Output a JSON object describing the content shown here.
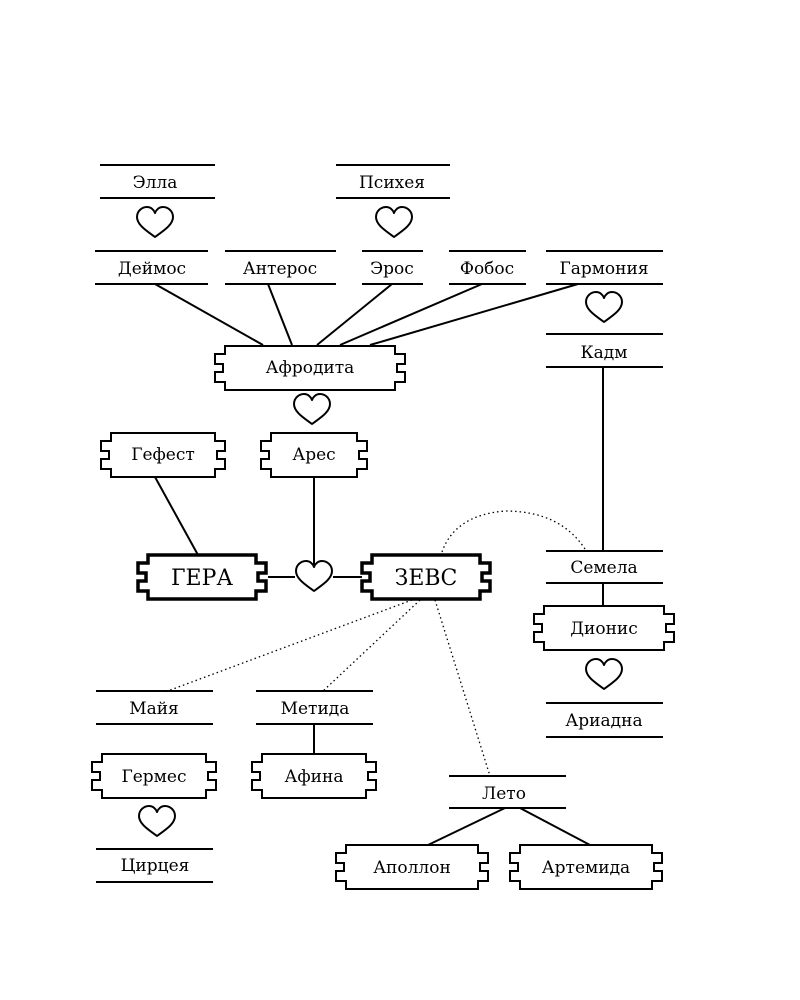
{
  "nodes": {
    "ella": "Элла",
    "psyche": "Психея",
    "deimos": "Деймос",
    "anteros": "Антерос",
    "eros": "Эрос",
    "phobos": "Фобос",
    "harmonia": "Гармония",
    "kadmos": "Кадм",
    "aphrodite": "Афродита",
    "hephaestus": "Гефест",
    "ares": "Арес",
    "hera": "ГЕРА",
    "zeus": "ЗЕВС",
    "semele": "Семела",
    "dionysus": "Дионис",
    "ariadne": "Ариадна",
    "maia": "Майя",
    "metis": "Метида",
    "hermes": "Гермес",
    "athena": "Афина",
    "circe": "Цирцея",
    "leto": "Лето",
    "apollo": "Аполлон",
    "artemis": "Артемида"
  }
}
